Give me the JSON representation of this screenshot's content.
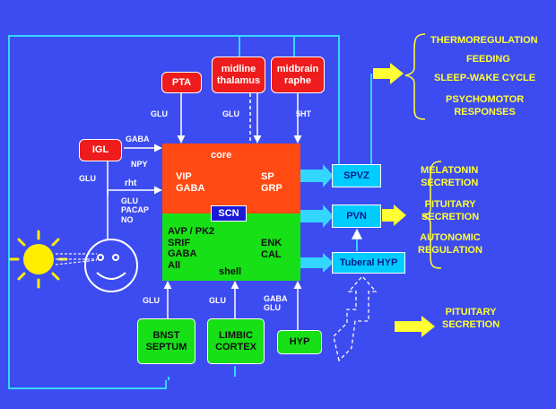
{
  "nuclei": {
    "pta": "PTA",
    "midline_thalamus": "midline\nthalamus",
    "midbrain_raphe": "midbrain\nraphe",
    "igl": "IGL",
    "bnst_septum": "BNST\nSEPTUM",
    "limbic_cortex": "LIMBIC\nCORTEX",
    "hyp": "HYP"
  },
  "scn": {
    "label": "SCN",
    "core_label": "core",
    "core_left": "VIP\nGABA",
    "core_right": "SP\nGRP",
    "shell_left": "AVP / PK2\nSRIF\nGABA\nAll",
    "shell_right": "ENK\nCAL",
    "shell_label": "shell"
  },
  "targets": {
    "spvz": "SPVZ",
    "pvn": "PVN",
    "tuberal_hyp": "Tuberal HYP"
  },
  "transmitters": {
    "pta_glu": "GLU",
    "thal_glu": "GLU",
    "raphe_5ht": "5HT",
    "igl_gaba": "GABA",
    "igl_npy": "NPY",
    "igl_glu": "GLU",
    "rht": "rht",
    "retina_list": "GLU\nPACAP\nNO",
    "bnst_glu": "GLU",
    "limbic_glu": "GLU",
    "hyp_gaba_glu": "GABA\nGLU"
  },
  "outputs": {
    "thermoregulation": "THERMOREGULATION",
    "feeding": "FEEDING",
    "sleep_wake": "SLEEP-WAKE CYCLE",
    "psychomotor": "PSYCHOMOTOR\nRESPONSES",
    "melatonin": "MELATONIN\nSECRETION",
    "pituitary1": "PITUITARY\nSECRETION",
    "autonomic": "AUTONOMIC\nREGULATION",
    "pituitary2": "PITUITARY\nSECRETION"
  },
  "colors": {
    "background": "#3d4cf0",
    "nucleus_red": "#ee1c1c",
    "core_orange": "#ff4a14",
    "shell_green": "#17e017",
    "target_cyan": "#00ccff",
    "output_yellow": "#ffff33"
  }
}
